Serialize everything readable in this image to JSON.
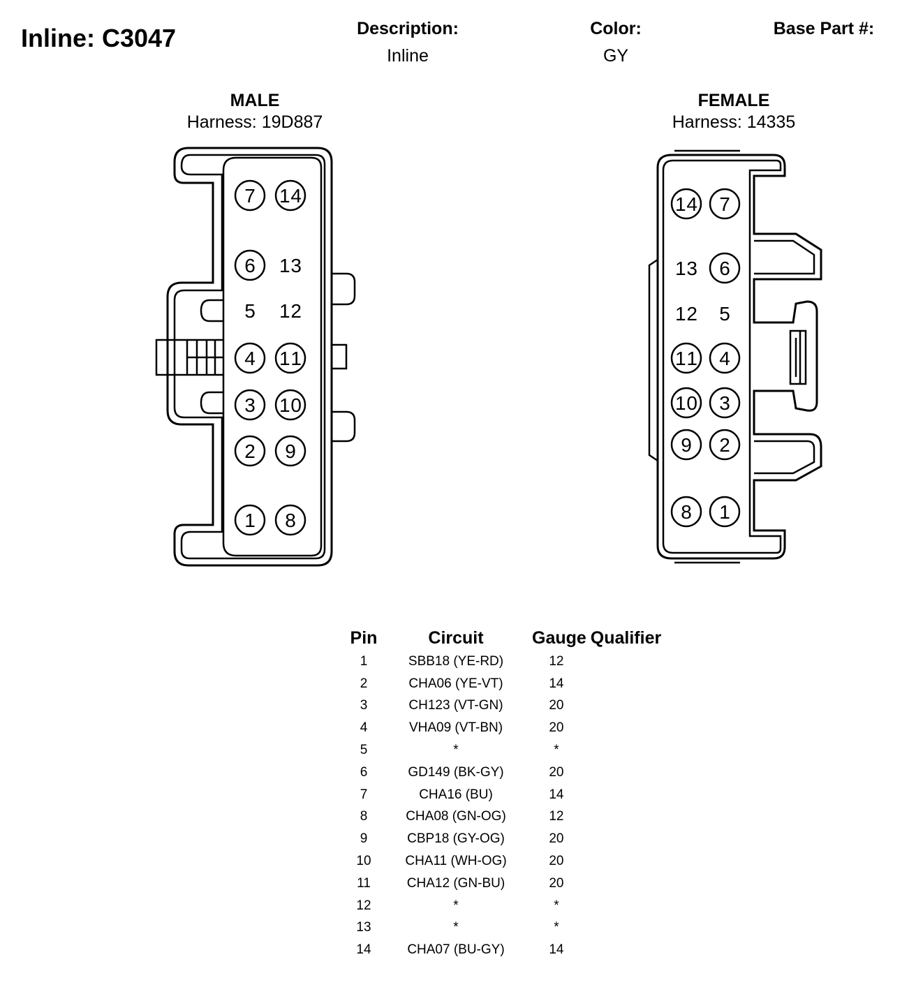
{
  "title": "Inline: C3047",
  "header": {
    "description_label": "Description:",
    "description_value": "Inline",
    "color_label": "Color:",
    "color_value": "GY",
    "base_part_label": "Base Part #:",
    "base_part_value": ""
  },
  "male": {
    "title": "MALE",
    "harness": "Harness: 19D887",
    "pins": [
      "1",
      "2",
      "3",
      "4",
      "5",
      "6",
      "7",
      "8",
      "9",
      "10",
      "11",
      "12",
      "13",
      "14"
    ],
    "circled": [
      "1",
      "2",
      "3",
      "4",
      "6",
      "7",
      "8",
      "9",
      "10",
      "11",
      "14"
    ]
  },
  "female": {
    "title": "FEMALE",
    "harness": "Harness: 14335",
    "pins": [
      "1",
      "2",
      "3",
      "4",
      "5",
      "6",
      "7",
      "8",
      "9",
      "10",
      "11",
      "12",
      "13",
      "14"
    ],
    "circled": [
      "1",
      "2",
      "3",
      "4",
      "6",
      "7",
      "8",
      "9",
      "10",
      "11",
      "14"
    ]
  },
  "table": {
    "headers": [
      "Pin",
      "Circuit",
      "Gauge",
      "Qualifier"
    ],
    "rows": [
      {
        "pin": "1",
        "circuit": "SBB18 (YE-RD)",
        "gauge": "12",
        "qualifier": ""
      },
      {
        "pin": "2",
        "circuit": "CHA06 (YE-VT)",
        "gauge": "14",
        "qualifier": ""
      },
      {
        "pin": "3",
        "circuit": "CH123 (VT-GN)",
        "gauge": "20",
        "qualifier": ""
      },
      {
        "pin": "4",
        "circuit": "VHA09 (VT-BN)",
        "gauge": "20",
        "qualifier": ""
      },
      {
        "pin": "5",
        "circuit": "*",
        "gauge": "*",
        "qualifier": ""
      },
      {
        "pin": "6",
        "circuit": "GD149 (BK-GY)",
        "gauge": "20",
        "qualifier": ""
      },
      {
        "pin": "7",
        "circuit": "CHA16 (BU)",
        "gauge": "14",
        "qualifier": ""
      },
      {
        "pin": "8",
        "circuit": "CHA08 (GN-OG)",
        "gauge": "12",
        "qualifier": ""
      },
      {
        "pin": "9",
        "circuit": "CBP18 (GY-OG)",
        "gauge": "20",
        "qualifier": ""
      },
      {
        "pin": "10",
        "circuit": "CHA11 (WH-OG)",
        "gauge": "20",
        "qualifier": ""
      },
      {
        "pin": "11",
        "circuit": "CHA12 (GN-BU)",
        "gauge": "20",
        "qualifier": ""
      },
      {
        "pin": "12",
        "circuit": "*",
        "gauge": "*",
        "qualifier": ""
      },
      {
        "pin": "13",
        "circuit": "*",
        "gauge": "*",
        "qualifier": ""
      },
      {
        "pin": "14",
        "circuit": "CHA07 (BU-GY)",
        "gauge": "14",
        "qualifier": ""
      }
    ]
  }
}
